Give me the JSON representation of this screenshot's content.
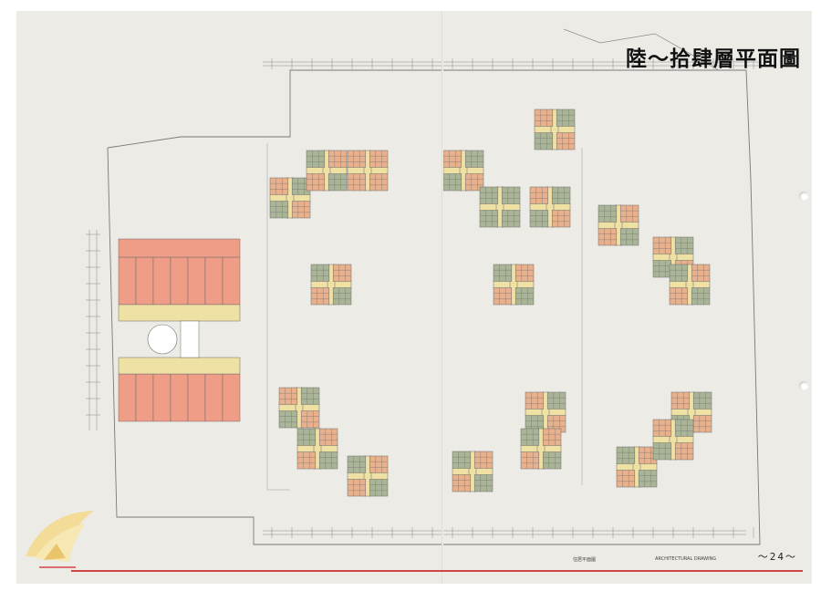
{
  "document": {
    "title": "陸～拾肆層平面圖",
    "page_number": "～24～",
    "footer_caption_left": "住居平面圖",
    "footer_caption_right": "ARCHITECTURAL DRAWING"
  },
  "colors": {
    "paper": "#ecebe6",
    "unit_orange": "#e8b08c",
    "unit_green": "#a9b596",
    "corridor_yellow": "#efe0a4",
    "commercial_salmon": "#ef9d86",
    "linework": "#6d6d6d",
    "accent_red": "#d24545"
  },
  "icons": [
    "logo-emblem",
    "binder-hole"
  ]
}
